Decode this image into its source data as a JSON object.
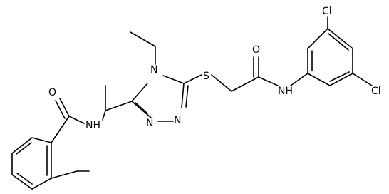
{
  "molecule": {
    "atoms": {
      "O_amide1": "O",
      "NH_1": "NH",
      "N4": "N",
      "N1": "N",
      "N2": "N",
      "S": "S",
      "O_amide2": "O",
      "NH_2": "NH",
      "Cl_top": "Cl",
      "Cl_right": "Cl"
    }
  },
  "colors": {
    "bond": "#000000",
    "label": "#000000",
    "background": "#ffffff"
  }
}
